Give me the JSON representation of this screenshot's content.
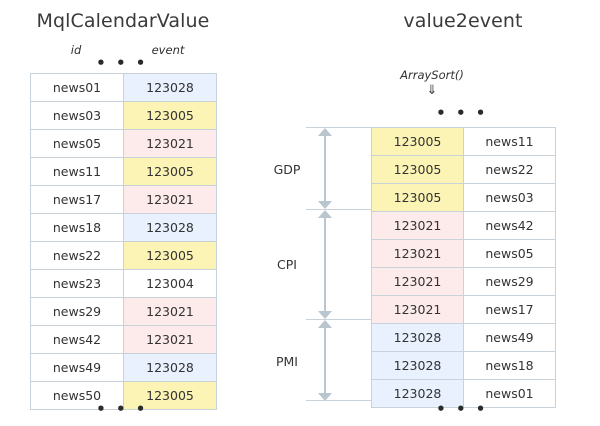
{
  "left_table": {
    "title": "MqlCalendarValue",
    "columns": [
      "id",
      "event"
    ],
    "ellipsis_top": "• • •",
    "ellipsis_bottom": "• • •",
    "rows": [
      {
        "id": "news01",
        "event": "123028",
        "fill": "blue"
      },
      {
        "id": "news03",
        "event": "123005",
        "fill": "yellow"
      },
      {
        "id": "news05",
        "event": "123021",
        "fill": "pink"
      },
      {
        "id": "news11",
        "event": "123005",
        "fill": "yellow"
      },
      {
        "id": "news17",
        "event": "123021",
        "fill": "pink"
      },
      {
        "id": "news18",
        "event": "123028",
        "fill": "blue"
      },
      {
        "id": "news22",
        "event": "123005",
        "fill": "yellow"
      },
      {
        "id": "news23",
        "event": "123004",
        "fill": "none"
      },
      {
        "id": "news29",
        "event": "123021",
        "fill": "pink"
      },
      {
        "id": "news42",
        "event": "123021",
        "fill": "pink"
      },
      {
        "id": "news49",
        "event": "123028",
        "fill": "blue"
      },
      {
        "id": "news50",
        "event": "123005",
        "fill": "yellow"
      }
    ]
  },
  "right_table": {
    "title": "value2event",
    "sort_label": "ArraySort()",
    "sort_arrow": "⇓",
    "ellipsis_top": "• • •",
    "ellipsis_bottom": "• • •",
    "rows": [
      {
        "event": "123005",
        "id": "news11",
        "fill": "yellow"
      },
      {
        "event": "123005",
        "id": "news22",
        "fill": "yellow"
      },
      {
        "event": "123005",
        "id": "news03",
        "fill": "yellow"
      },
      {
        "event": "123021",
        "id": "news42",
        "fill": "pink"
      },
      {
        "event": "123021",
        "id": "news05",
        "fill": "pink"
      },
      {
        "event": "123021",
        "id": "news29",
        "fill": "pink"
      },
      {
        "event": "123021",
        "id": "news17",
        "fill": "pink"
      },
      {
        "event": "123028",
        "id": "news49",
        "fill": "blue"
      },
      {
        "event": "123028",
        "id": "news18",
        "fill": "blue"
      },
      {
        "event": "123028",
        "id": "news01",
        "fill": "blue"
      }
    ],
    "groups": [
      {
        "label": "GDP",
        "event": "123005",
        "count": 3
      },
      {
        "label": "CPI",
        "event": "123021",
        "count": 4
      },
      {
        "label": "PMI",
        "event": "123028",
        "count": 3
      }
    ]
  },
  "colors": {
    "fill_blue": "#e8f1fd",
    "border_blue": "#9cc3f0",
    "fill_yellow": "#fbf4b5",
    "border_yellow": "#eeb93c",
    "fill_pink": "#fdeaea",
    "border_pink": "#ef8f8f",
    "grid_border": "#c9d2d8",
    "arrow_gray": "#b9c6ce",
    "text": "#333333"
  }
}
